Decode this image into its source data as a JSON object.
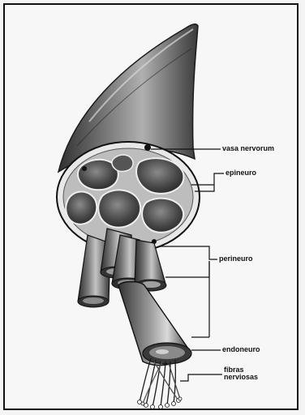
{
  "labels": {
    "vasa_nervorum": "vasa nervorum",
    "epineuro": "epineuro",
    "perineuro": "perineuro",
    "endoneuro": "endoneuro",
    "fibras": "fibras",
    "nerviosas": "nerviosas"
  }
}
